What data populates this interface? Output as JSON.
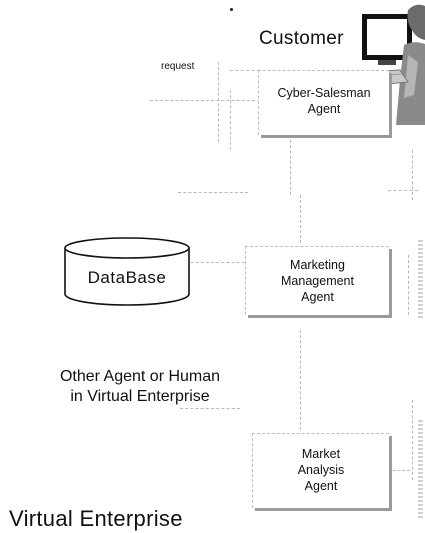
{
  "diagram": {
    "customer_label": "Customer",
    "request_label": "request",
    "database_label": "DataBase",
    "agents": [
      {
        "name": "Cyber-Salesman\nAgent"
      },
      {
        "name": "Marketing\nManagement\nAgent"
      },
      {
        "name": "Market\nAnalysis\nAgent"
      }
    ],
    "other_label": "Other Agent or Human\nin Virtual Enterprise",
    "enterprise_label": "Virtual Enterprise"
  },
  "icons": {
    "customer": "computer-user-icon",
    "database": "database-cylinder-icon"
  }
}
